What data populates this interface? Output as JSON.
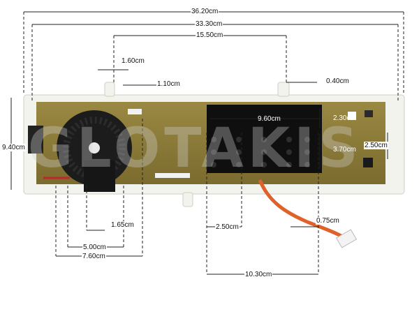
{
  "image": {
    "watermark_text": "GLOTAKIS",
    "colors": {
      "pcb": "#8a7a36",
      "plastic": "#f4f4ee",
      "knob": "#1b1b1b",
      "cable": "#e0622a",
      "dim_line": "#222222"
    }
  },
  "dimensions": {
    "overall_width": "36.20cm",
    "board_width": "33.30cm",
    "top_span": "15.50cm",
    "tab_width": "1.60cm",
    "tab_offset": "1.10cm",
    "right_offset": "0.40cm",
    "height": "9.40cm",
    "display_width": "9.60cm",
    "display_height_a": "2.30cm",
    "display_height_b": "3.70cm",
    "right_height": "2.50cm",
    "knob_gap": "1.65cm",
    "knob_span_inner": "5.00cm",
    "knob_span_outer": "7.60cm",
    "button_spacing": "2.50cm",
    "connector_width": "0.75cm",
    "button_span": "10.30cm"
  }
}
